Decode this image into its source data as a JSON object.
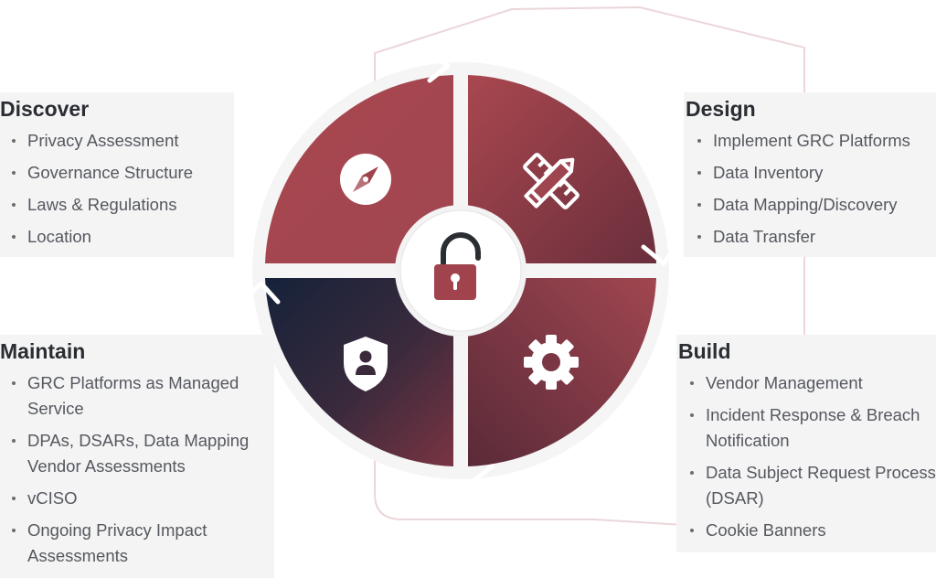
{
  "phases": {
    "discover": {
      "title": "Discover",
      "items": [
        "Privacy Assessment",
        "Governance Structure",
        "Laws & Regulations",
        "Location"
      ]
    },
    "design": {
      "title": "Design",
      "items": [
        "Implement GRC Platforms",
        "Data Inventory",
        "Data Mapping/Discovery",
        "Data Transfer"
      ]
    },
    "maintain": {
      "title": "Maintain",
      "items": [
        "GRC Platforms as Managed Service",
        "DPAs, DSARs, Data Mapping Vendor Assessments",
        "vCISO",
        "Ongoing Privacy Impact Assessments"
      ]
    },
    "build": {
      "title": "Build",
      "items": [
        "Vendor Management",
        "Incident Response & Breach Notification",
        "Data Subject Request Process (DSAR)",
        "Cookie Banners"
      ]
    }
  },
  "icons": {
    "discover": "compass-icon",
    "design": "pencil-ruler-icon",
    "build": "gear-icon",
    "maintain": "shield-user-icon",
    "center": "unlocked-padlock-icon"
  },
  "colors": {
    "primary_red": "#a0434c",
    "dark_navy": "#1c2536",
    "panel_bg": "#f4f4f5",
    "title_text": "#2a2d32",
    "body_text": "#55585e",
    "outline_pink": "#e8ccd0"
  }
}
